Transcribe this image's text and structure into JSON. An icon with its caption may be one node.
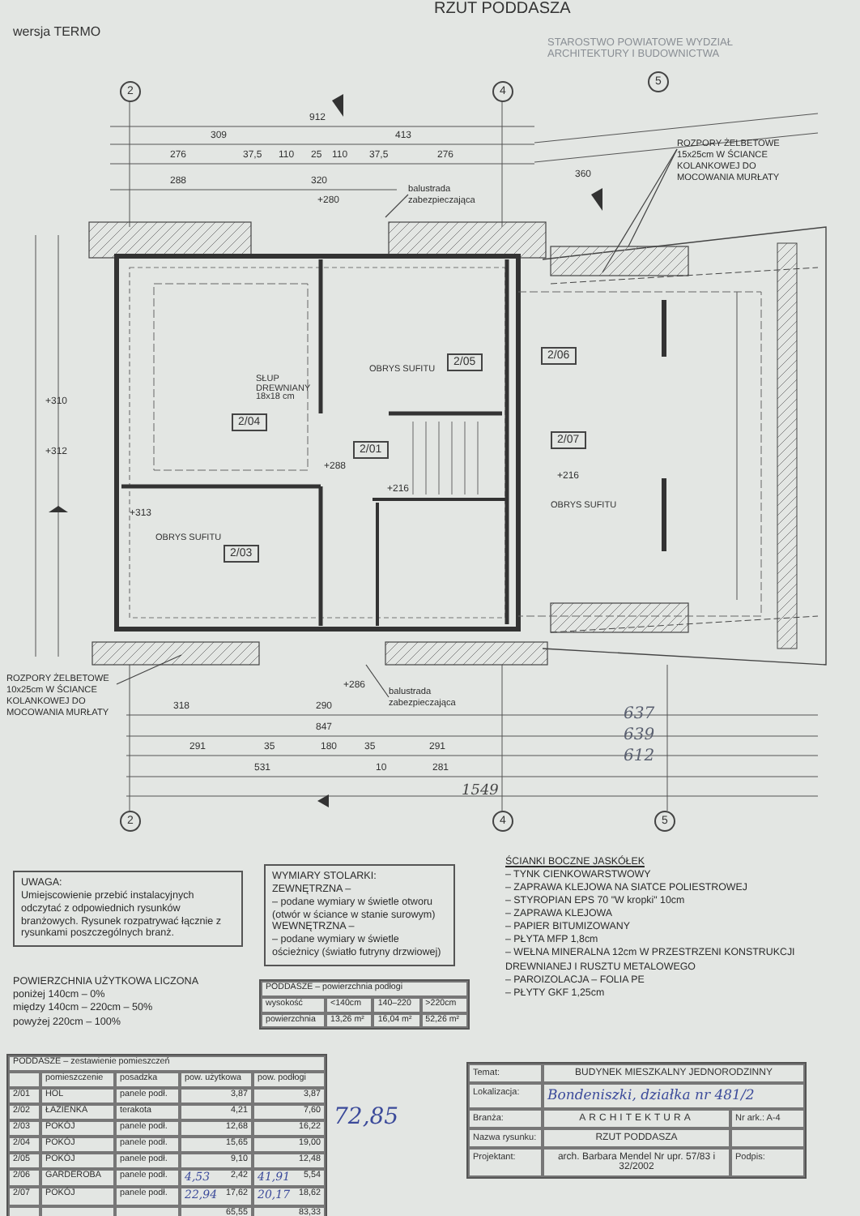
{
  "diagram": {
    "nodes": [
      {
        "text": [
          "UWAGA:",
          "Umiejscowienie przebić instalacyjnych odczytać z odpowiednich rysunków branżowych. Rysunek rozpatrywać łącznie z rysunkami poszczególnych branż."
        ]
      },
      {
        "text": [
          "WYMIARY STOLARKI:",
          "ZEWNĘTRZNA –",
          "– podane wymiary w świetle otworu (otwór w ściance w stanie surowym)",
          "WEWNĘTRZNA –",
          "– podane wymiary w świetle ościeżnicy (światło futryny drzwiowej)"
        ]
      },
      {
        "text": [
          "ROZPORY ŻELBETOWE 15x25cm W ŚCIANCE KOLANKOWEJ DO MOCOWANIA MURŁATY"
        ]
      },
      {
        "text": [
          "ROZPORY ŻELBETOWE 10x25cm W ŚCIANCE KOLANKOWEJ DO MOCOWANIA MURŁATY"
        ]
      },
      {
        "text": [
          "balustrada zabezpieczająca"
        ]
      },
      {
        "text": [
          "balustrada zabezpieczająca"
        ]
      }
    ],
    "edges": [
      {
        "from": 2,
        "to": null,
        "arrow": "none"
      },
      {
        "from": 2,
        "to": null,
        "arrow": "none"
      },
      {
        "from": 3,
        "to": null,
        "arrow": "none"
      },
      {
        "from": 4,
        "to": null,
        "arrow": "none"
      },
      {
        "from": 5,
        "to": null,
        "arrow": "none"
      }
    ],
    "labels": [
      "wersja TERMO",
      "RZUT PODDASZA",
      "STAROSTWO POWIATOWE WYDZIAŁ ARCHITEKTURY I BUDOWNICTWA",
      "2",
      "4",
      "5",
      "912",
      "309",
      "413",
      "276",
      "37,5",
      "110",
      "25",
      "110",
      "37,5",
      "276",
      "288",
      "320",
      "360",
      "+280",
      "2/04",
      "2/05",
      "2/06",
      "2/07",
      "2/01",
      "2/03",
      "OBRYS SUFITU",
      "OBRYS SUFITU",
      "OBRYS SUFITU",
      "SŁUP DREWNIANY 18x18 cm",
      "+310",
      "+312",
      "+313",
      "+288",
      "+216",
      "+216",
      "+286",
      "318",
      "290",
      "847",
      "291",
      "35",
      "180",
      "35",
      "291",
      "531",
      "10",
      "281",
      "1549",
      "637",
      "639",
      "612",
      "2",
      "4",
      "5",
      "POWIERZCHNIA UŻYTKOWA LICZONA",
      "poniżej 140cm – 0%",
      "między 140cm – 220cm – 50%",
      "powyżej 220cm – 100%",
      "PODDASZE – powierzchnia podłogi",
      "wysokość",
      "<140cm",
      "140–220",
      ">220cm",
      "powierzchnia",
      "13,26 m²",
      "16,04 m²",
      "52,26 m²",
      "ŚCIANKI BOCZNE JASKÓŁEK",
      "– TYNK CIENKOWARSTWOWY",
      "– ZAPRAWA KLEJOWA NA SIATCE POLIESTROWEJ",
      "– STYROPIAN EPS 70 \"W kropki\" 10cm",
      "– ZAPRAWA KLEJOWA",
      "– PAPIER BITUMIZOWANY",
      "– PŁYTA MFP 1,8cm",
      "– WEŁNA MINERALNA 12cm W PRZESTRZENI KONSTRUKCJI DREWNIANEJ I RUSZTU METALOWEGO",
      "– PAROIZOLACJA – FOLIA PE",
      "– PŁYTY GKF 1,25cm",
      "PODDASZE – zestawienie pomieszczeń",
      "pomieszczenie",
      "posadzka",
      "pow. użytkowa",
      "pow. podłogi",
      "2/01",
      "HOL",
      "panele podł.",
      "3,87",
      "3,87",
      "2/02",
      "ŁAZIENKA",
      "terakota",
      "4,21",
      "7,60",
      "2/03",
      "POKÓJ",
      "panele podł.",
      "12,68",
      "16,22",
      "2/04",
      "POKÓJ",
      "panele podł.",
      "15,65",
      "19,00",
      "2/05",
      "POKÓJ",
      "panele podł.",
      "9,10",
      "12,48",
      "2/06",
      "GARDEROBA",
      "panele podł.",
      "2,42",
      "5,54",
      "2/07",
      "POKÓJ",
      "panele podł.",
      "17,62",
      "18,62",
      "65,55",
      "83,33",
      "4,53",
      "22,94",
      "41,91",
      "20,17",
      "72,85",
      "Temat:",
      "BUDYNEK MIESZKALNY JEDNORODZINNY",
      "Lokalizacja:",
      "Bondeniszki, działka nr 481/2",
      "Branża:",
      "ARCHITEKTURA",
      "Nr ark.:",
      "A-4",
      "Nazwa rysunku:",
      "RZUT PODDASZA",
      "Projektant:",
      "arch. Barbara Mendel",
      "Nr upr. 57/83 i 32/2002",
      "Podpis:"
    ]
  }
}
